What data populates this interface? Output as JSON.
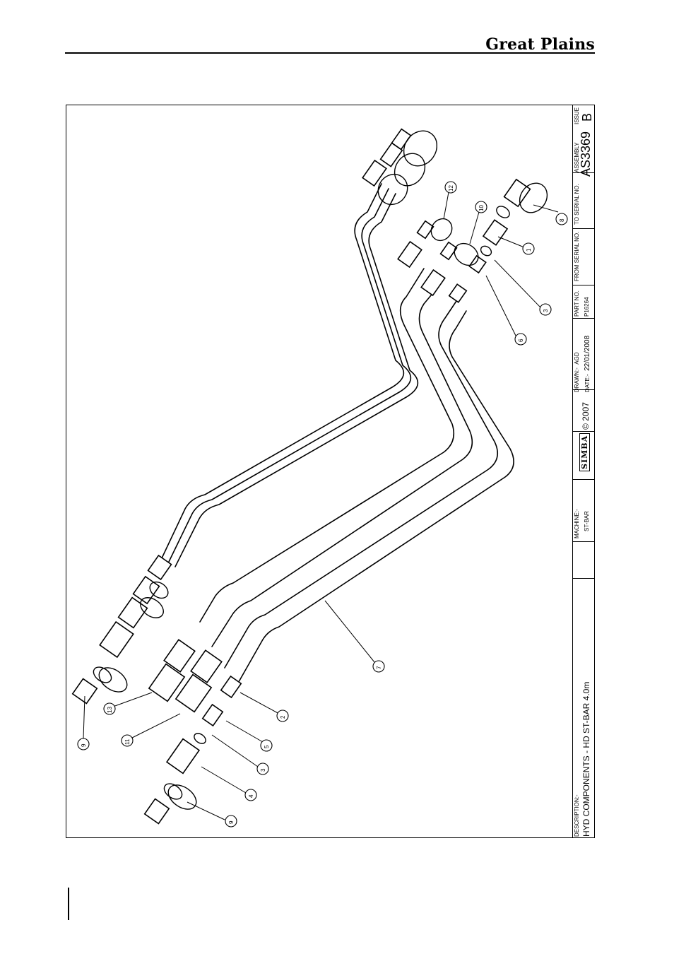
{
  "header": {
    "brand": "Great Plains"
  },
  "title_block": {
    "description_label": "DESCRIPTION:-",
    "description": "HYD COMPONENTS - HD ST-BAR 4.0m",
    "machine_label": "MACHINE:-",
    "machine": "ST-BAR",
    "logo_text": "SIMBA",
    "copyright": "© 2007",
    "drawn_label": "DRAWN:-",
    "drawn": "AGD",
    "date_label": "DATE:-",
    "date": "22/01/2008",
    "part_no_label": "PART NO.",
    "part_no": "P16264",
    "from_serial_label": "FROM SERIAL NO.",
    "to_serial_label": "TO SERIAL NO.",
    "assembly_label": "ASSEMBLY",
    "assembly": "AS3369",
    "issue_label": "ISSUE",
    "issue": "B"
  },
  "callouts": {
    "c1": "1",
    "c2": "2",
    "c3a": "3",
    "c3b": "3",
    "c4": "4",
    "c5": "5",
    "c6": "6",
    "c7": "7",
    "c8": "8",
    "c9a": "9",
    "c9b": "9",
    "c10": "10",
    "c11": "11",
    "c12": "12",
    "c13": "13"
  }
}
